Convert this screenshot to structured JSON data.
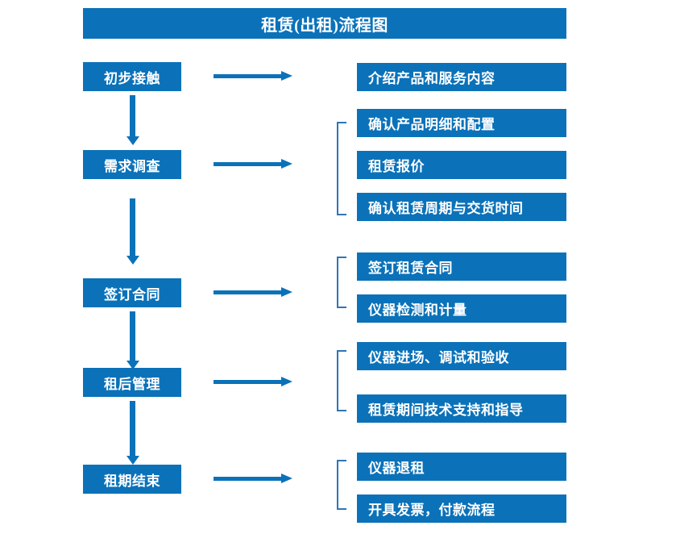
{
  "diagram": {
    "title": "租赁(出租)流程图",
    "accent_color": "#0B72B9",
    "bracket_color": "#2E75B6",
    "text_color": "#FFFFFF",
    "background_color": "#FFFFFF",
    "stages": [
      {
        "id": "stage-1",
        "label": "初步接触",
        "details": [
          {
            "label": "介绍产品和服务内容"
          }
        ]
      },
      {
        "id": "stage-2",
        "label": "需求调查",
        "details": [
          {
            "label": "确认产品明细和配置"
          },
          {
            "label": "租赁报价"
          },
          {
            "label": "确认租赁周期与交货时间"
          }
        ]
      },
      {
        "id": "stage-3",
        "label": "签订合同",
        "details": [
          {
            "label": "签订租赁合同"
          },
          {
            "label": "仪器检测和计量"
          }
        ]
      },
      {
        "id": "stage-4",
        "label": "租后管理",
        "details": [
          {
            "label": "仪器进场、调试和验收"
          },
          {
            "label": "租赁期间技术支持和指导"
          }
        ]
      },
      {
        "id": "stage-5",
        "label": "租期结束",
        "details": [
          {
            "label": "仪器退租"
          },
          {
            "label": "开具发票，付款流程"
          }
        ]
      }
    ]
  }
}
